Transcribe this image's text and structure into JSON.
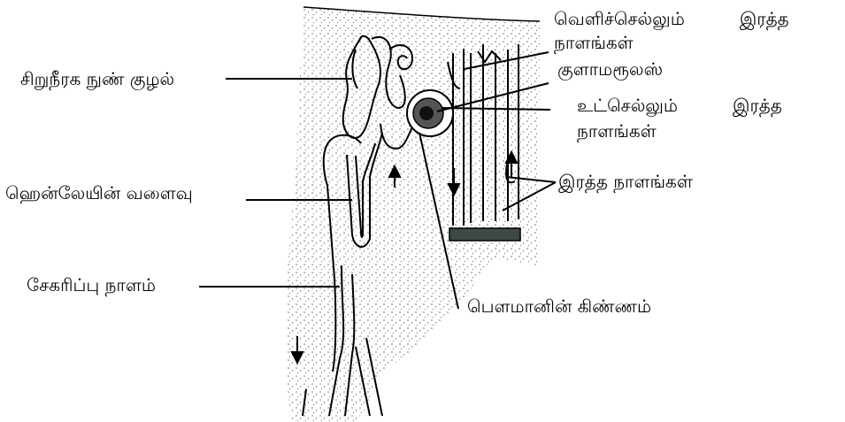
{
  "labels": {
    "proximal_tubule": "சிறுநீரக நுண் குழல்",
    "loop_of_henle": "ஹென்லேயின் வளைவு",
    "collecting_duct": "சேகரிப்பு நாளம்",
    "efferent_line1_a": "வெளிச்செல்லும்",
    "efferent_line1_b": "இரத்த",
    "efferent_line2": "நாளங்கள்",
    "glomerulus": "குளாமரூலஸ்",
    "afferent_line1_a": "உட்செல்லும்",
    "afferent_line1_b": "இரத்த",
    "afferent_line2": "நாளங்கள்",
    "blood_vessels": "இரத்த நாளங்கள்",
    "bowmans_capsule": "பௌமானின் கிண்ணம்"
  },
  "colors": {
    "ink": "#000000",
    "tissue": "#f4f4f4",
    "stipple": "#6b6b6b",
    "base_block": "#3d4a44"
  }
}
